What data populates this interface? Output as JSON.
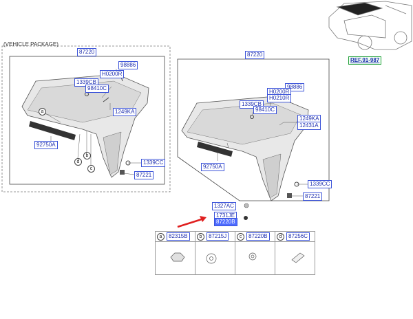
{
  "package_title": "(VEHICLE PACKAGE)",
  "ref_label": "REF.91-987",
  "left_panel": {
    "assembly": "87220",
    "labels": [
      "98886",
      "H0200R",
      "1339CB",
      "98410C",
      "1249KA",
      "92750A",
      "1339CC",
      "87221"
    ],
    "callouts": [
      "a",
      "b",
      "c",
      "d"
    ]
  },
  "right_panel": {
    "assembly": "87220",
    "labels": [
      "98886",
      "H0200R",
      "H0210R",
      "1339CB",
      "98410C",
      "1249KA",
      "12431A",
      "92750A",
      "1339CC",
      "87221",
      "1327AC",
      "1731JE",
      "87220B"
    ]
  },
  "legend": [
    {
      "key": "a",
      "part": "82315B"
    },
    {
      "key": "b",
      "part": "87215J"
    },
    {
      "key": "c",
      "part": "87220B"
    },
    {
      "key": "d",
      "part": "87256C"
    }
  ]
}
